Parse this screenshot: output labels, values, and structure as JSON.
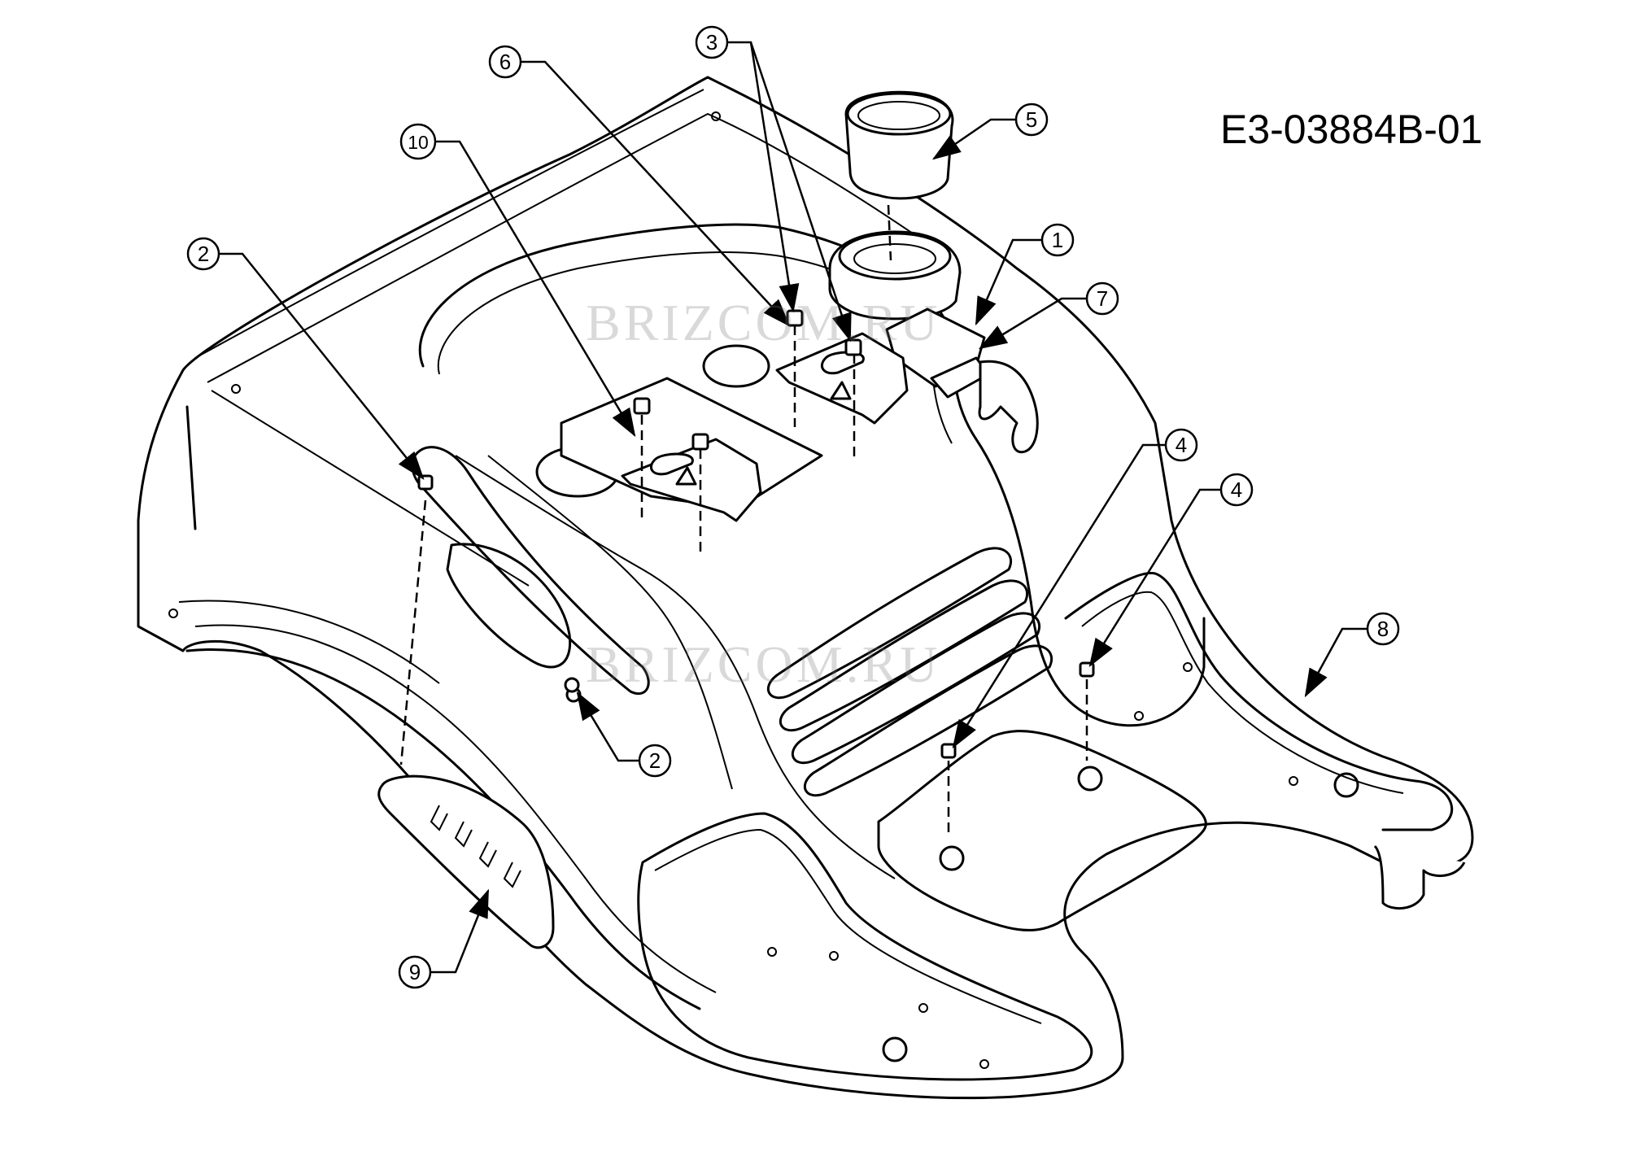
{
  "drawing_code": "E3-03884B-01",
  "watermark_text": "BRIZCOM.RU",
  "callouts": {
    "c1": "1",
    "c2a": "2",
    "c2b": "2",
    "c3": "3",
    "c4a": "4",
    "c4b": "4",
    "c5": "5",
    "c6": "6",
    "c7": "7",
    "c8": "8",
    "c9": "9",
    "c10": "10"
  }
}
